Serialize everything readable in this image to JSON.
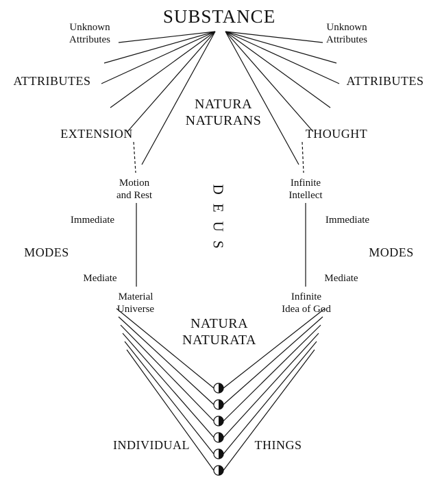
{
  "diagram": {
    "substance": "SUBSTANCE",
    "unknown_attributes_left": [
      "Unknown",
      "Attributes"
    ],
    "unknown_attributes_right": [
      "Unknown",
      "Attributes"
    ],
    "attributes_left": "ATTRIBUTES",
    "attributes_right": "ATTRIBUTES",
    "natura_naturans": [
      "NATURA",
      "NATURANS"
    ],
    "extension": "EXTENSION",
    "thought": "THOUGHT",
    "motion_and_rest": [
      "Motion",
      "and Rest"
    ],
    "infinite_intellect": [
      "Infinite",
      "Intellect"
    ],
    "deus": "DEUS",
    "immediate_left": "Immediate",
    "immediate_right": "Immediate",
    "modes_left": "MODES",
    "modes_right": "MODES",
    "mediate_left": "Mediate",
    "mediate_right": "Mediate",
    "material_universe": [
      "Material",
      "Universe"
    ],
    "infinite_idea_of_god": [
      "Infinite",
      "Idea of God"
    ],
    "natura_naturata": [
      "NATURA",
      "NATURATA"
    ],
    "individual": "INDIVIDUAL",
    "things": "THINGS"
  },
  "colors": {
    "line": "#111111",
    "text": "#111111",
    "background": "#ffffff"
  }
}
